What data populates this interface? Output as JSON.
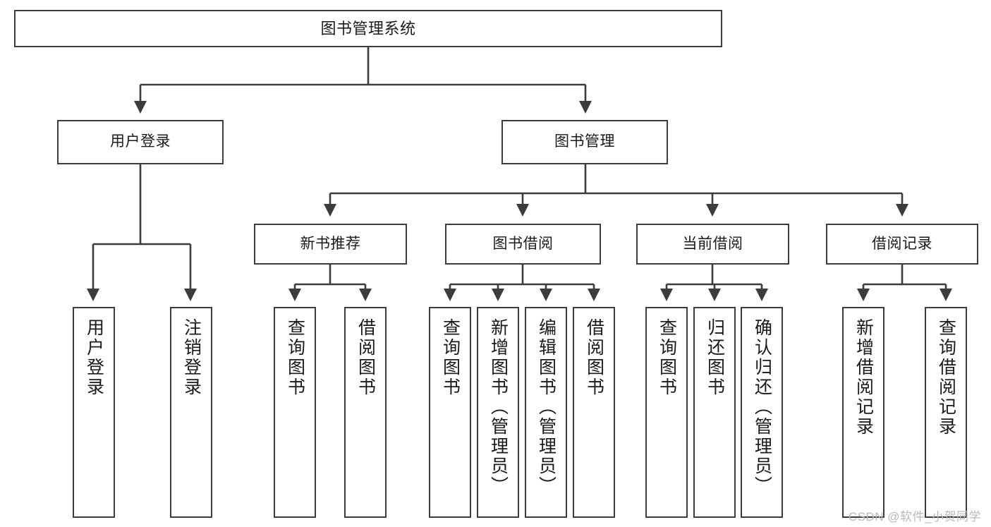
{
  "diagram": {
    "title": "图书管理系统",
    "type": "functional-decomposition-tree",
    "colors": {
      "box_border": "#3c3c3c",
      "box_fill": "#ffffff",
      "edge": "#3c3c3c",
      "text": "#1a1a1a",
      "watermark": "#b9b9b9",
      "background": "#ffffff"
    },
    "levels": {
      "root": {
        "label": "图书管理系统"
      },
      "level2": [
        {
          "id": "user-login",
          "label": "用户登录"
        },
        {
          "id": "book-management",
          "label": "图书管理"
        }
      ],
      "level3": [
        {
          "id": "new-book-recommend",
          "label": "新书推荐"
        },
        {
          "id": "book-borrow",
          "label": "图书借阅"
        },
        {
          "id": "current-borrow",
          "label": "当前借阅"
        },
        {
          "id": "borrow-record",
          "label": "借阅记录"
        }
      ],
      "leaves": {
        "user-login": [
          {
            "id": "login",
            "label": "用户登录"
          },
          {
            "id": "logout",
            "label": "注销登录"
          }
        ],
        "new-book-recommend": [
          {
            "id": "query-book-1",
            "label": "查询图书"
          },
          {
            "id": "borrow-book-1",
            "label": "借阅图书"
          }
        ],
        "book-borrow": [
          {
            "id": "query-book-2",
            "label": "查询图书"
          },
          {
            "id": "add-book",
            "label": "新增图书（管理员）"
          },
          {
            "id": "edit-book",
            "label": "编辑图书（管理员）"
          },
          {
            "id": "borrow-book-2",
            "label": "借阅图书"
          }
        ],
        "current-borrow": [
          {
            "id": "query-book-3",
            "label": "查询图书"
          },
          {
            "id": "return-book",
            "label": "归还图书"
          },
          {
            "id": "confirm-return",
            "label": "确认归还（管理员）"
          }
        ],
        "borrow-record": [
          {
            "id": "add-record",
            "label": "新增借阅记录"
          },
          {
            "id": "query-record",
            "label": "查询借阅记录"
          }
        ]
      }
    },
    "watermark": "CSDN @软件_小贺同学"
  }
}
